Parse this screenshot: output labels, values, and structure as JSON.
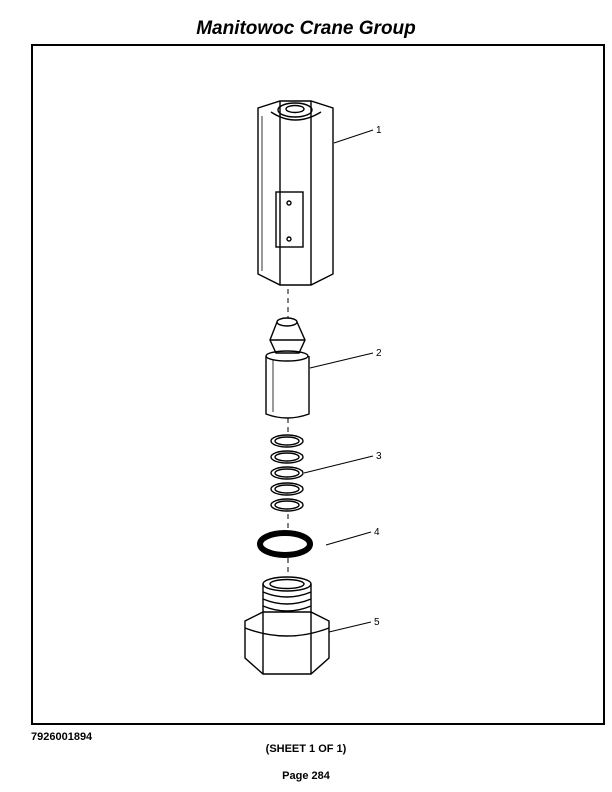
{
  "header": {
    "title": "Manitowoc Crane Group"
  },
  "diagram": {
    "callouts": [
      "1",
      "2",
      "3",
      "4",
      "5"
    ],
    "parts": [
      "hex-body",
      "poppet",
      "spring",
      "o-ring",
      "hex-plug"
    ]
  },
  "footer": {
    "drawing_number": "7926001894",
    "sheet": "(SHEET 1 OF 1)",
    "page": "Page 284"
  }
}
